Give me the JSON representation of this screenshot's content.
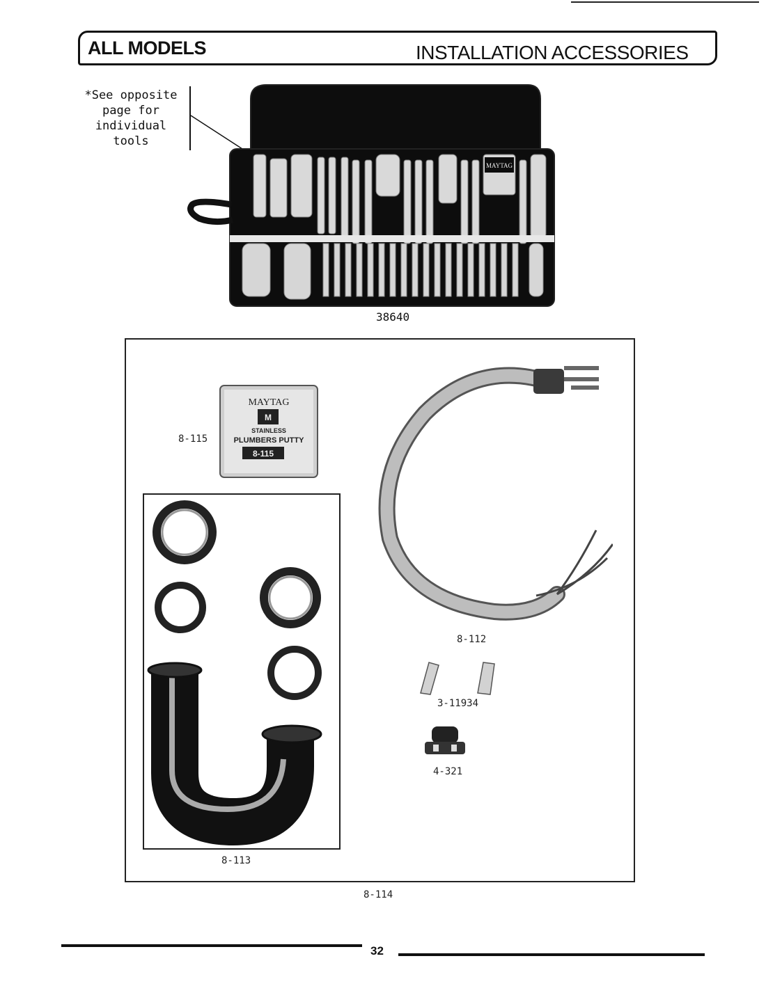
{
  "header": {
    "left": "ALL MODELS",
    "right": "INSTALLATION ACCESSORIES"
  },
  "note": "*See opposite\npage for\nindividual\ntools",
  "tool_kit": {
    "label": "38640",
    "brand_text": "MAYTAG"
  },
  "parts": {
    "putty_label": "8-115",
    "putty_can": {
      "brand": "MAYTAG",
      "line1": "STAINLESS",
      "line2": "PLUMBERS PUTTY",
      "part": "8-115"
    },
    "cord_label": "8-112",
    "wire_nuts_label": "3-11934",
    "clamp_label": "4-321",
    "trap_kit_label": "8-113",
    "kit_label": "8-114"
  },
  "footer": {
    "page_number": "32"
  }
}
